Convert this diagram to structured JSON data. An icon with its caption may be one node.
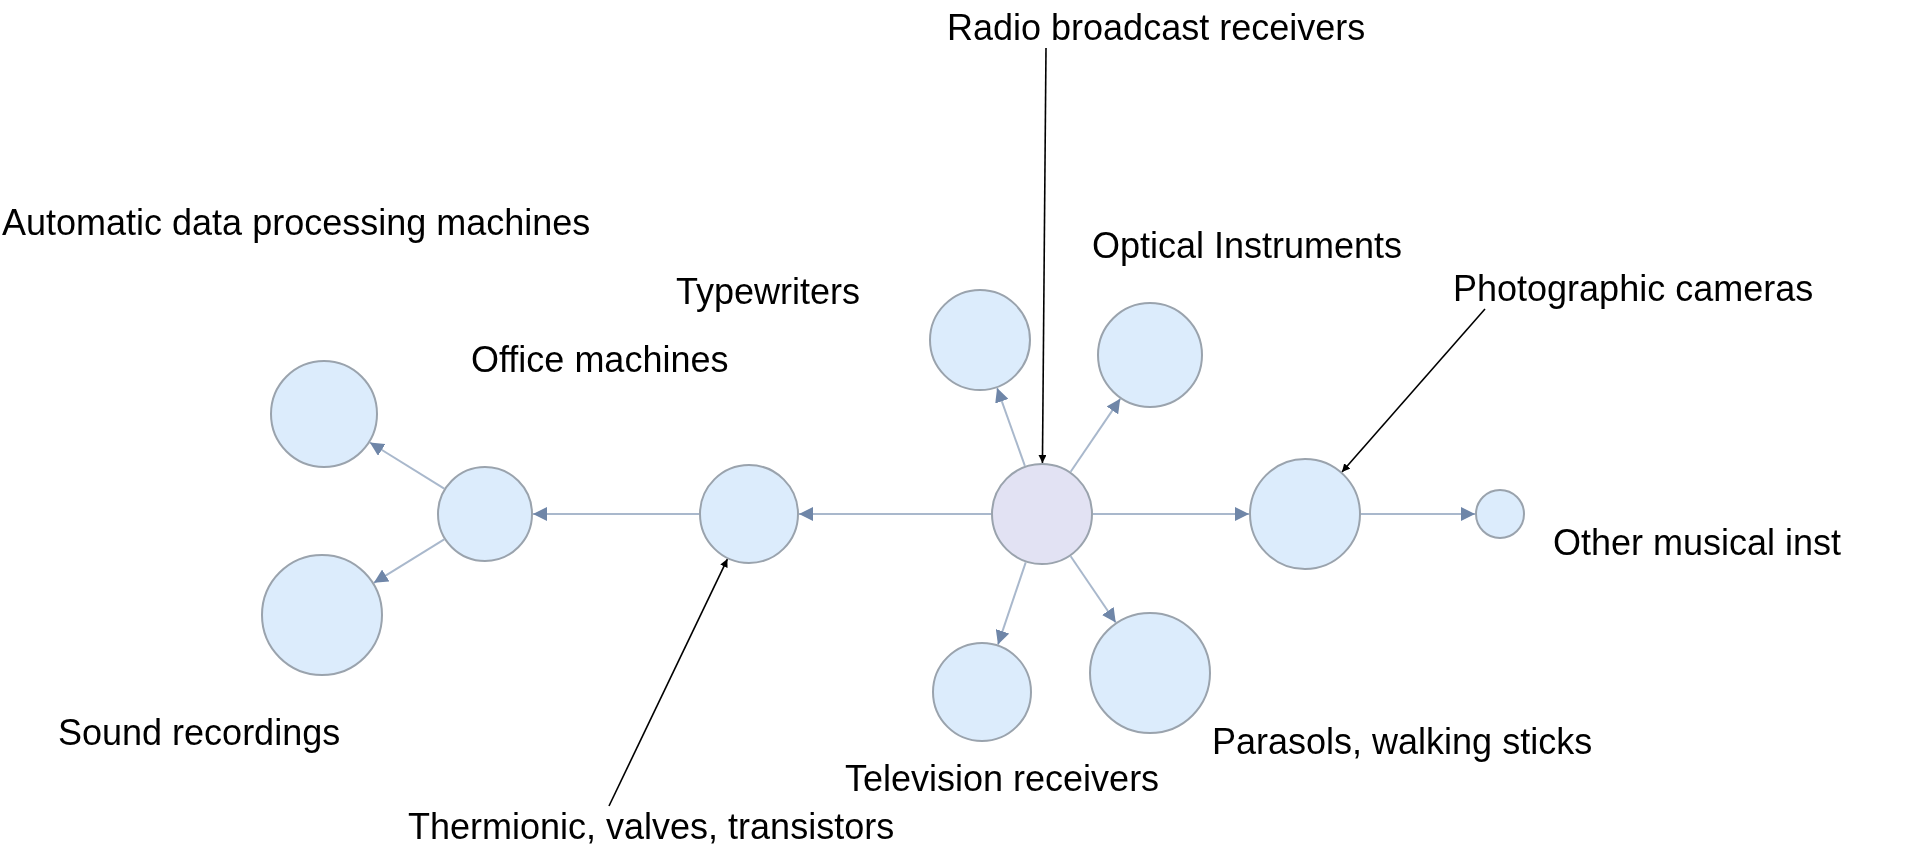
{
  "diagram": {
    "nodes": [
      {
        "text": [],
        "shape": "circle",
        "beside": [
          "Automatic data processing machines"
        ]
      },
      {
        "text": [],
        "shape": "circle",
        "beside": [
          "Sound recordings"
        ]
      },
      {
        "text": [],
        "shape": "circle",
        "beside": [
          "Office machines"
        ]
      },
      {
        "text": [],
        "shape": "circle"
      },
      {
        "text": [
          "Thermionic, valves, transistors"
        ]
      },
      {
        "text": [
          "Radio broadcast receivers"
        ]
      },
      {
        "text": [],
        "shape": "circle"
      },
      {
        "text": [],
        "shape": "circle",
        "beside": [
          "Typewriters"
        ]
      },
      {
        "text": [],
        "shape": "circle",
        "beside": [
          "Optical Instruments"
        ]
      },
      {
        "text": [],
        "shape": "circle",
        "beside": [
          "Television receivers"
        ]
      },
      {
        "text": [],
        "shape": "circle",
        "beside": [
          "Parasols, walking sticks"
        ]
      },
      {
        "text": [
          "Photographic cameras"
        ]
      },
      {
        "text": [],
        "shape": "circle"
      },
      {
        "text": [],
        "shape": "circle",
        "beside": [
          "Other musical inst"
        ]
      }
    ],
    "edges": [
      {
        "from": 6,
        "to": 3,
        "arrow": "to"
      },
      {
        "from": 3,
        "to": 2,
        "arrow": "to"
      },
      {
        "from": 2,
        "to": 0,
        "arrow": "to"
      },
      {
        "from": 2,
        "to": 1,
        "arrow": "to"
      },
      {
        "from": 6,
        "to": 7,
        "arrow": "to"
      },
      {
        "from": 6,
        "to": 8,
        "arrow": "to"
      },
      {
        "from": 6,
        "to": 9,
        "arrow": "to"
      },
      {
        "from": 6,
        "to": 10,
        "arrow": "to"
      },
      {
        "from": 6,
        "to": 12,
        "arrow": "to"
      },
      {
        "from": 12,
        "to": 13,
        "arrow": "to"
      },
      {
        "from": 5,
        "to": 6,
        "arrow": "to",
        "color": "#000000"
      },
      {
        "from": 4,
        "to": 3,
        "arrow": "to",
        "color": "#000000"
      },
      {
        "from": 11,
        "to": 12,
        "arrow": "to",
        "color": "#000000"
      }
    ]
  }
}
